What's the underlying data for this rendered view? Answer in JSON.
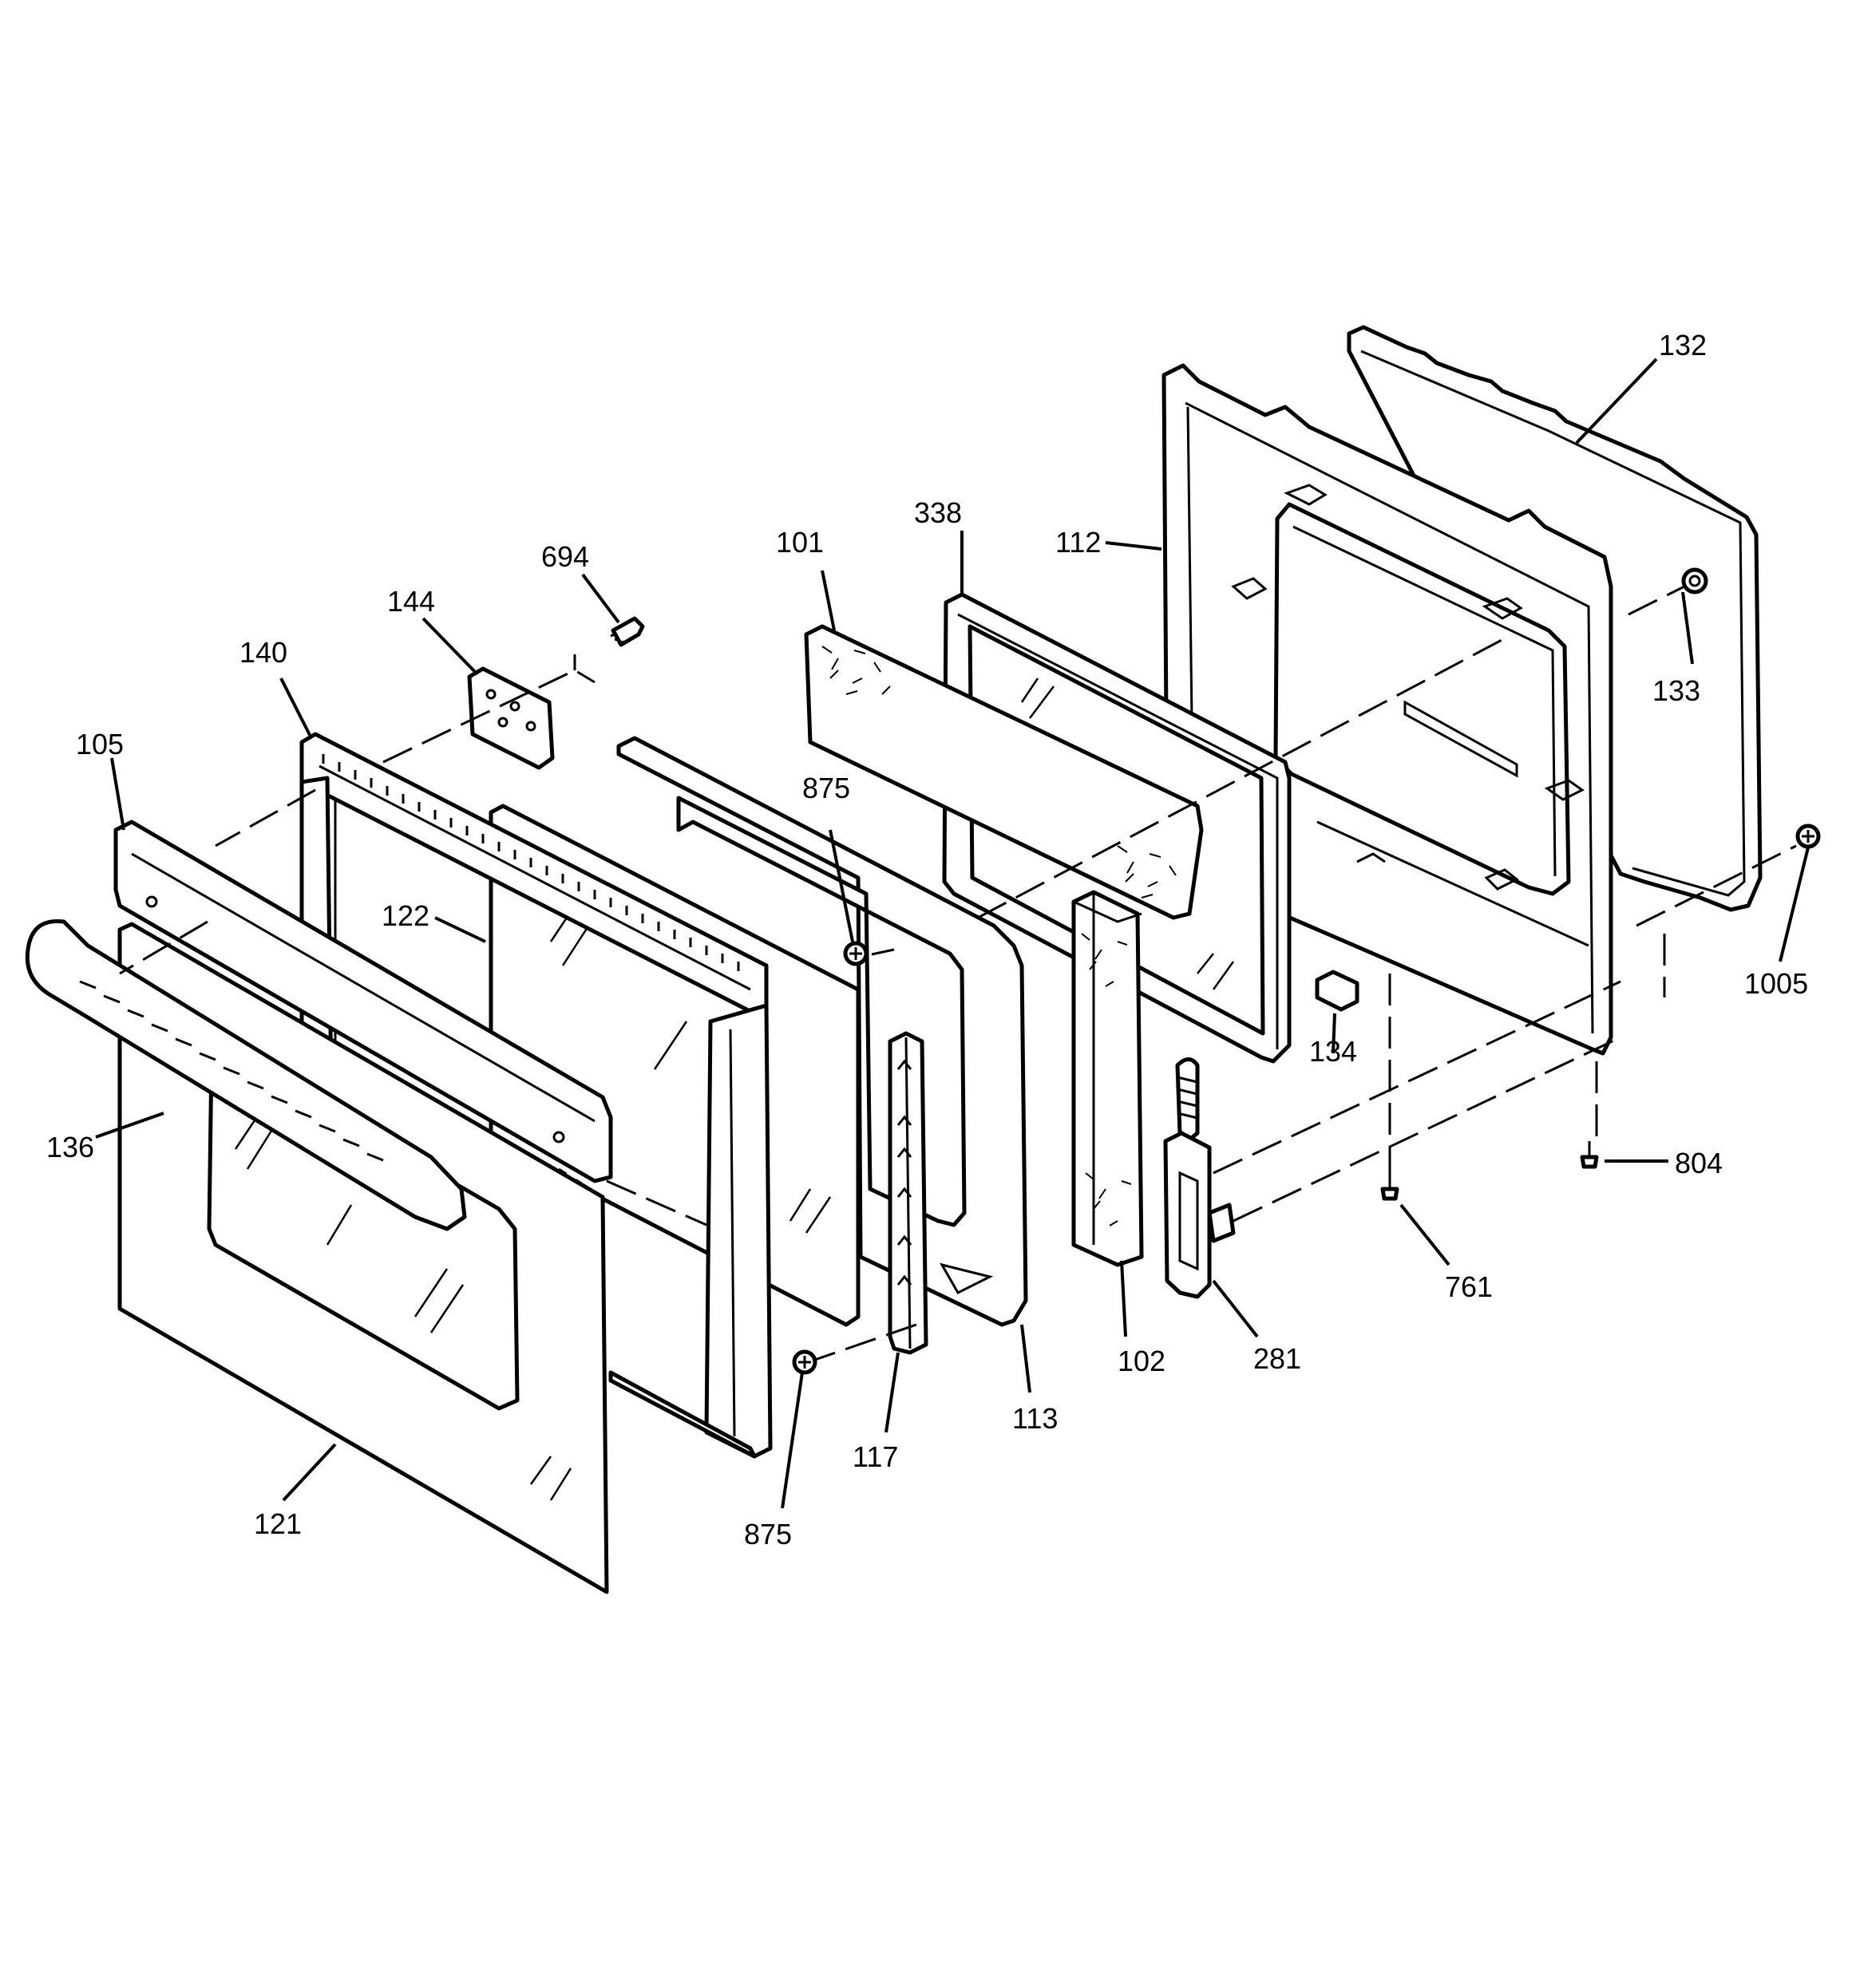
{
  "labels": {
    "p132": "132",
    "p338": "338",
    "p112": "112",
    "p101": "101",
    "p694": "694",
    "p144": "144",
    "p133": "133",
    "p140": "140",
    "p105": "105",
    "p875a": "875",
    "p122": "122",
    "p1005": "1005",
    "p134": "134",
    "p136": "136",
    "p804": "804",
    "p761": "761",
    "p281": "281",
    "p102": "102",
    "p113": "113",
    "p117": "117",
    "p121": "121",
    "p875b": "875"
  }
}
